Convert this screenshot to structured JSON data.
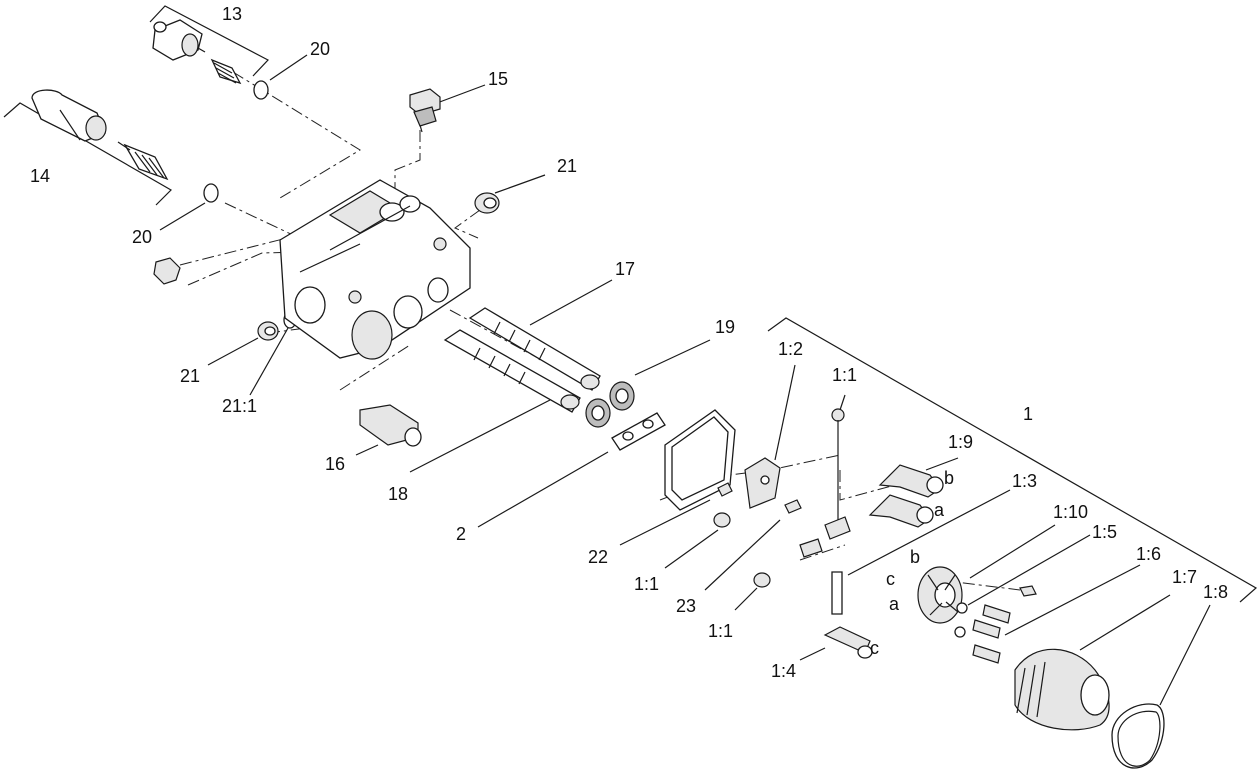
{
  "callouts": {
    "c13": "13",
    "c20a": "20",
    "c15": "15",
    "c14": "14",
    "c21a": "21",
    "c20b": "20",
    "c17": "17",
    "c19": "19",
    "c21b": "21",
    "c21_1": "21:1",
    "c16": "16",
    "c18": "18",
    "c2": "2",
    "c1_2": "1:2",
    "c1_1a": "1:1",
    "c1": "1",
    "c1_9": "1:9",
    "c_b1": "b",
    "c_a1": "a",
    "c1_3": "1:3",
    "c1_10": "1:10",
    "c1_5": "1:5",
    "c1_6": "1:6",
    "c1_7": "1:7",
    "c1_8": "1:8",
    "c22": "22",
    "c1_1b": "1:1",
    "c23": "23",
    "c1_1c": "1:1",
    "c_b2": "b",
    "c_c1": "c",
    "c_a2": "a",
    "c1_4": "1:4",
    "c_c2": "c"
  }
}
